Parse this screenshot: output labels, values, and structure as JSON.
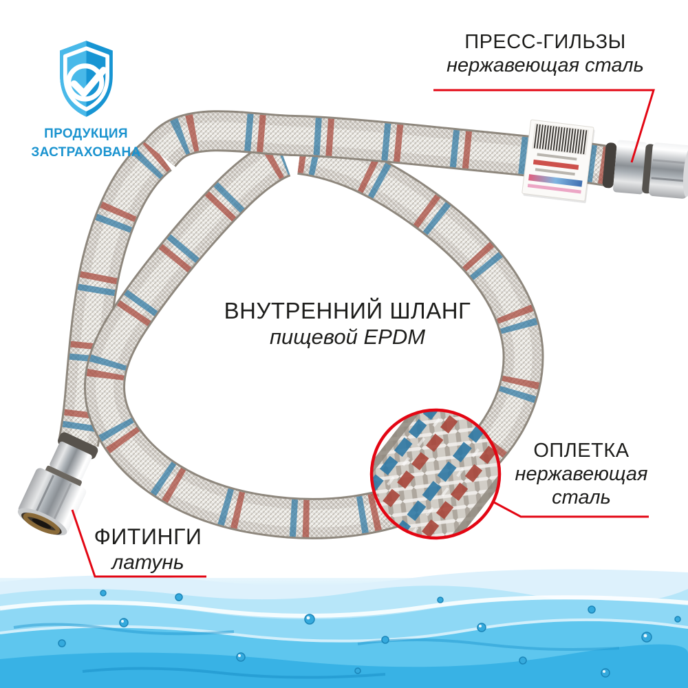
{
  "badge": {
    "icon": "shield-check-icon",
    "line1": "ПРОДУКЦИЯ",
    "line2": "ЗАСТРАХОВАНА"
  },
  "callouts": {
    "press": {
      "title": "ПРЕСС-ГИЛЬЗЫ",
      "subtitle": "нержавеющая сталь"
    },
    "inner": {
      "title": "ВНУТРЕННИЙ ШЛАНГ",
      "subtitle": "пищевой EPDM"
    },
    "braid": {
      "title": "ОПЛЕТКА",
      "subtitle1": "нержавеющая",
      "subtitle2": "сталь"
    },
    "fittings": {
      "title": "ФИТИНГИ",
      "subtitle": "латунь"
    }
  },
  "product": {
    "type": "flexible braided water hose",
    "tag": "barcode-label",
    "detail_view": "magnifier-circle showing stainless braid with red and blue tracer threads"
  },
  "colors": {
    "accent_red": "#e30613",
    "badge_blue": "#1a93cf",
    "tracer_red": "#a8463a",
    "tracer_blue": "#2e78a4",
    "shield_light": "#49b9e9",
    "shield_dark": "#1795d3",
    "steel": "#d5d1cb",
    "water_blue": "#4dbeea"
  }
}
